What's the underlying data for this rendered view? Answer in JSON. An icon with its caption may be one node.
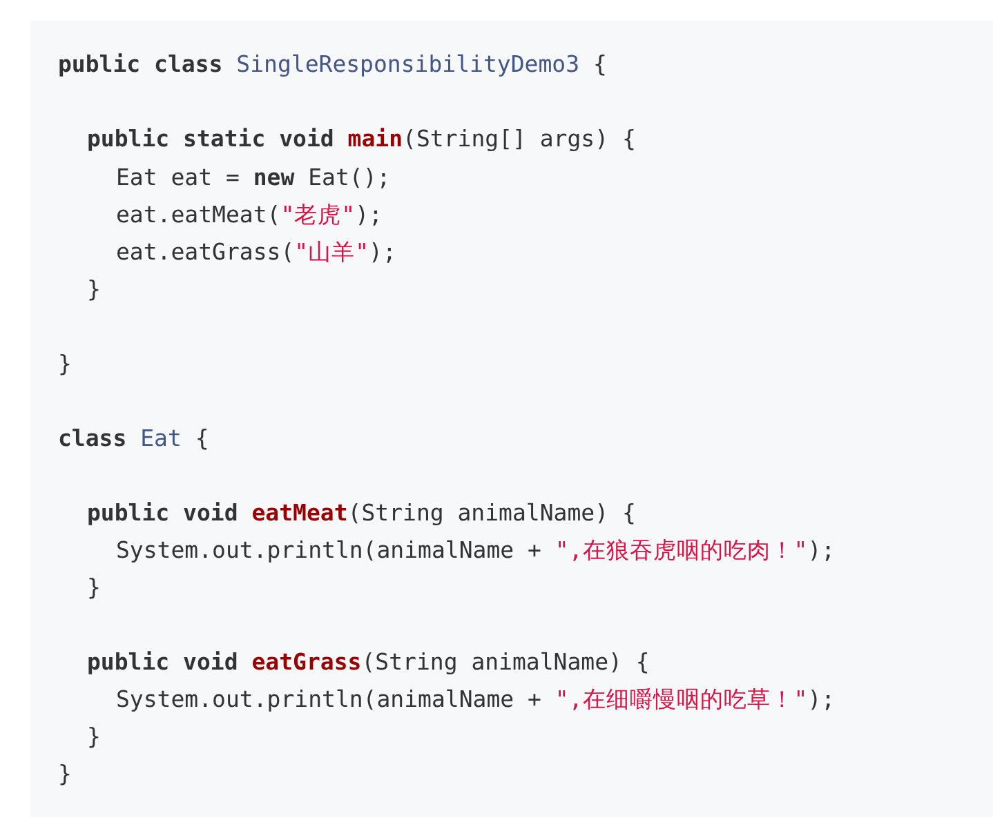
{
  "diagram": {
    "labels": [
      "**public** **class** SingleResponsibilityDemo3 {",
      "**public** **static** **void** **main**(String[] args) {",
      "Eat eat = **new** Eat();",
      "eat.eatMeat(\"老虎\");",
      "eat.eatGrass(\"山羊\");",
      "}",
      "}",
      "**class** Eat {",
      "**public** **void** **eatMeat**(String animalName) {",
      "System.out.println(animalName + \",在狼吞虎咽的吃肉！\");",
      "}",
      "**public** **void** **eatGrass**(String animalName) {",
      "System.out.println(animalName + \",在细嚼慢咽的吃草！\");",
      "}",
      "}"
    ]
  }
}
